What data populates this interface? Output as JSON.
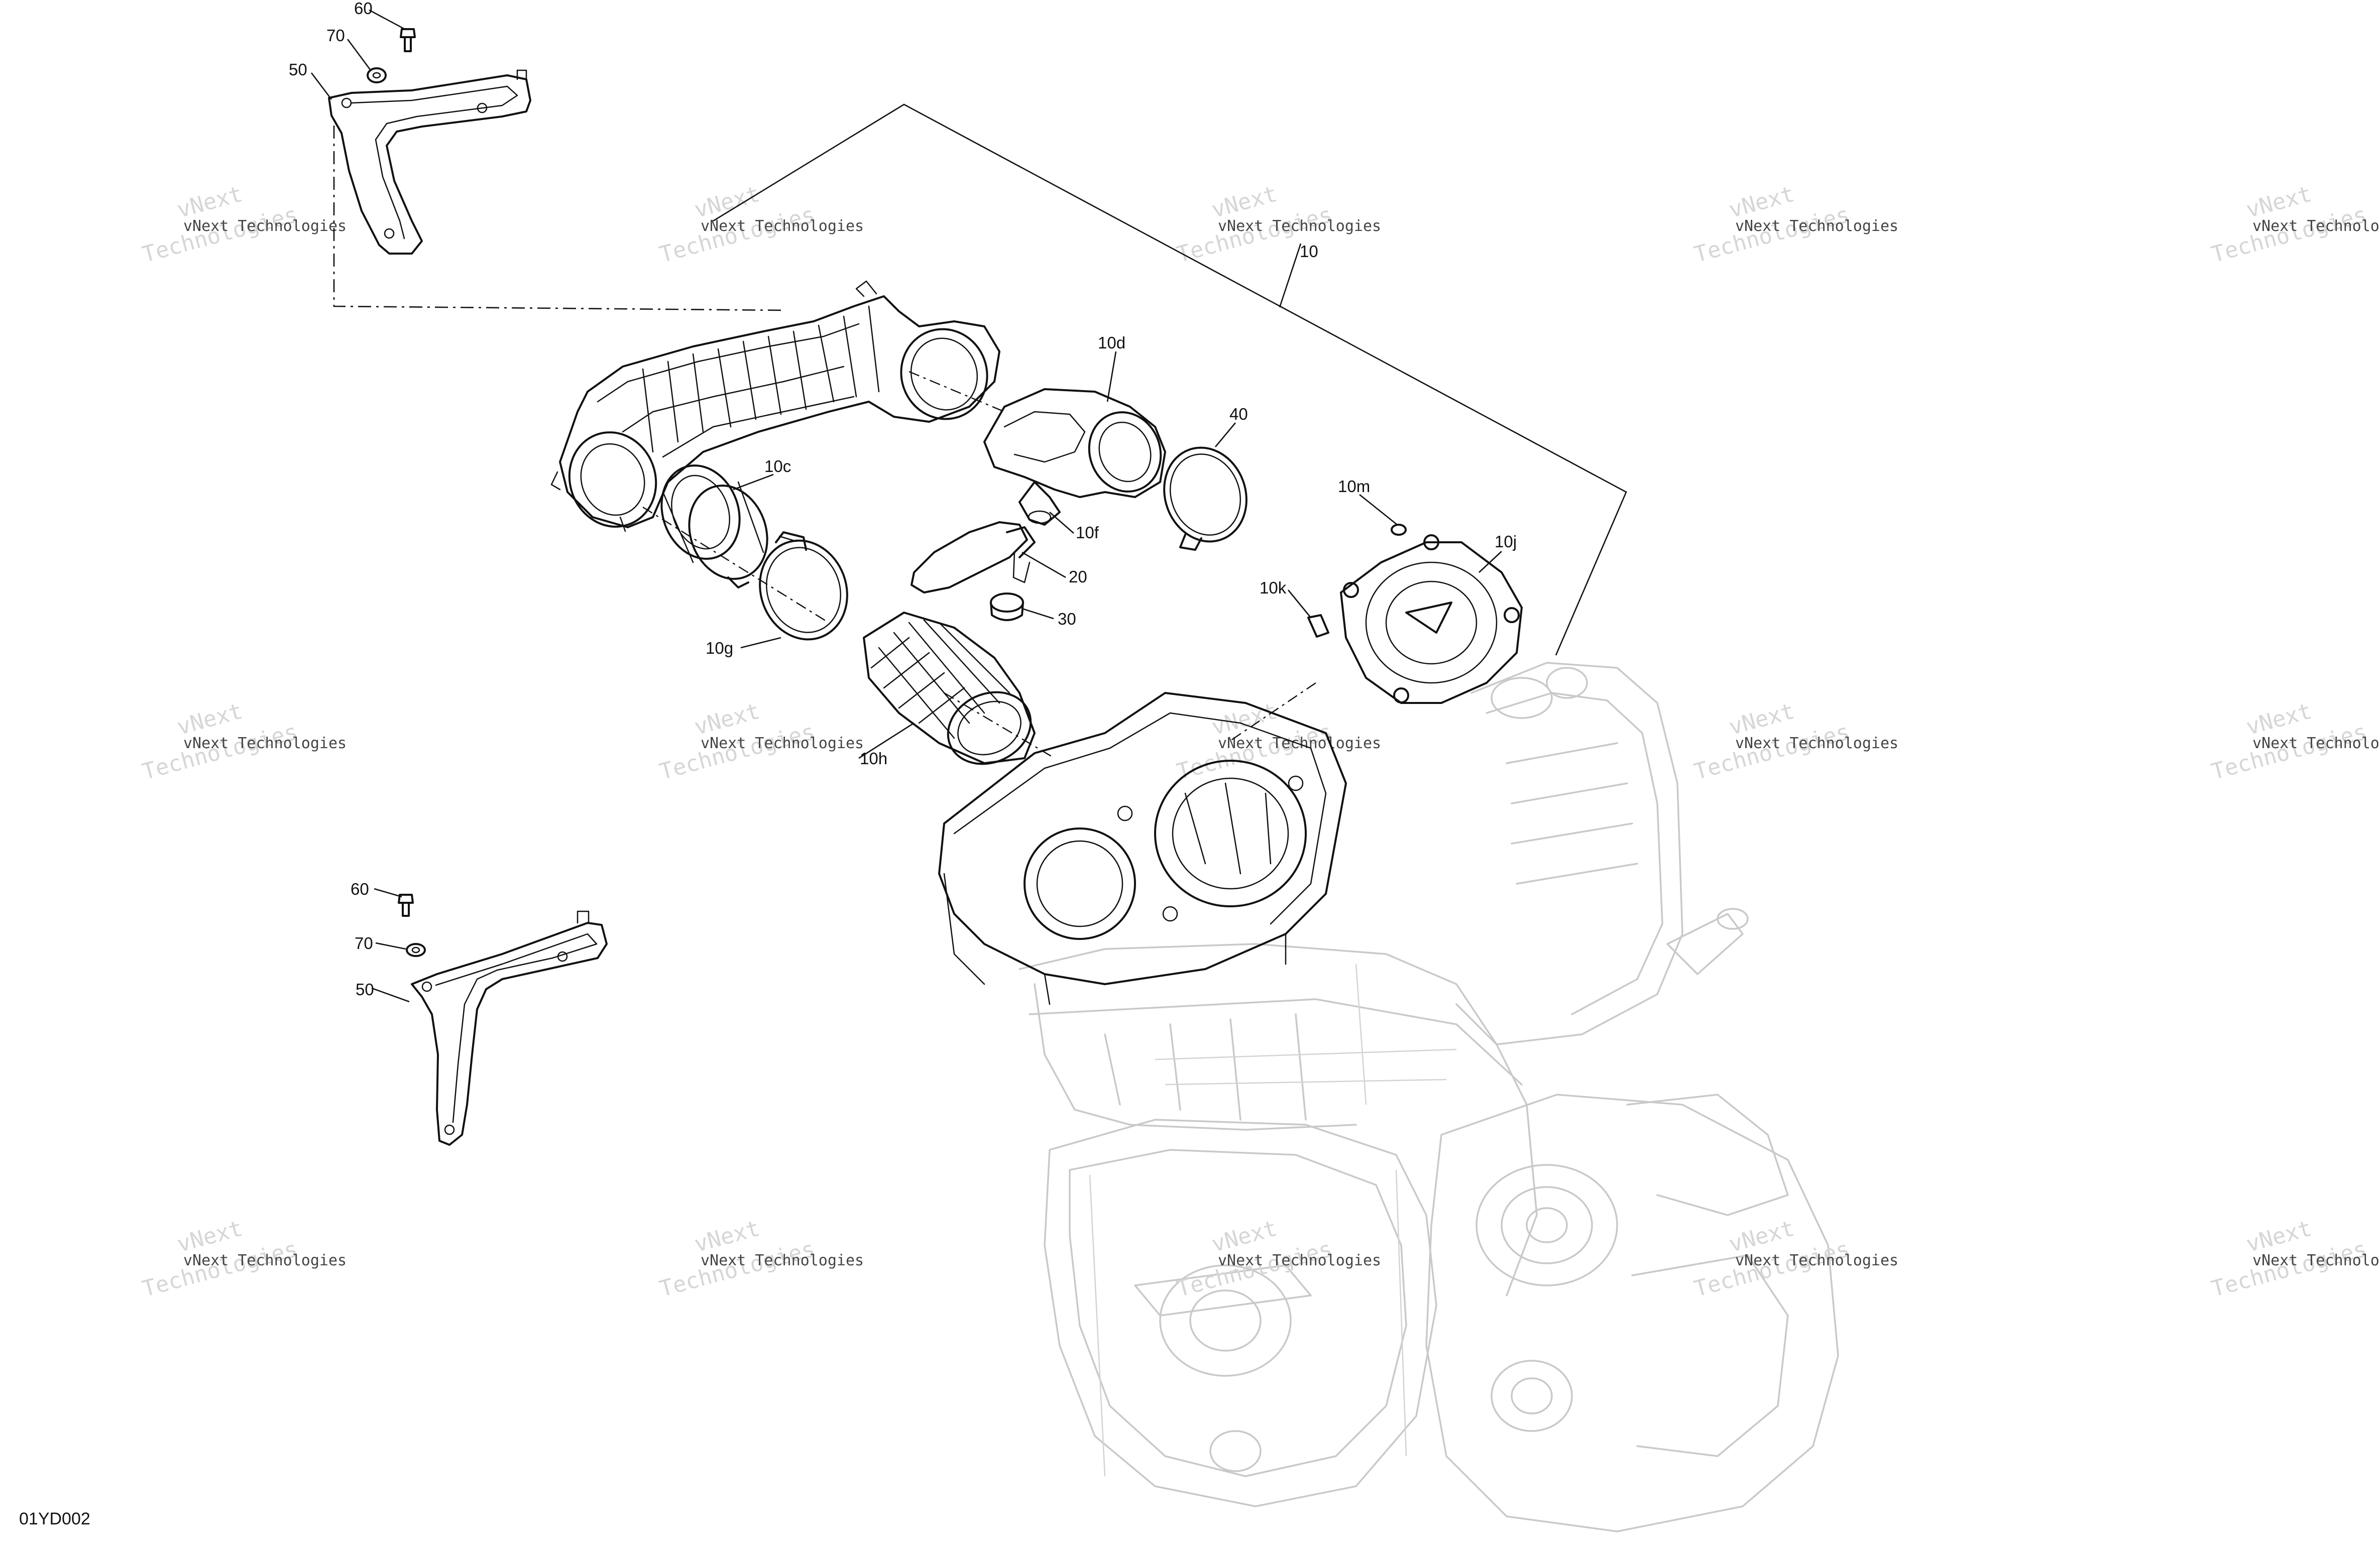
{
  "figure": {
    "code": "01YD002",
    "callouts": {
      "c60_top": "60",
      "c70_top": "70",
      "c50_top": "50",
      "c10d": "10d",
      "c40": "40",
      "c10c": "10c",
      "c10f": "10f",
      "c20": "20",
      "c30": "30",
      "c10g": "10g",
      "c10h": "10h",
      "c10m": "10m",
      "c10j": "10j",
      "c10k": "10k",
      "c10": "10",
      "c60_bot": "60",
      "c70_bot": "70",
      "c50_bot": "50"
    }
  },
  "watermark": {
    "line1": "vNext Technologies",
    "line2a": "vNext",
    "line2b": "Technologies"
  }
}
